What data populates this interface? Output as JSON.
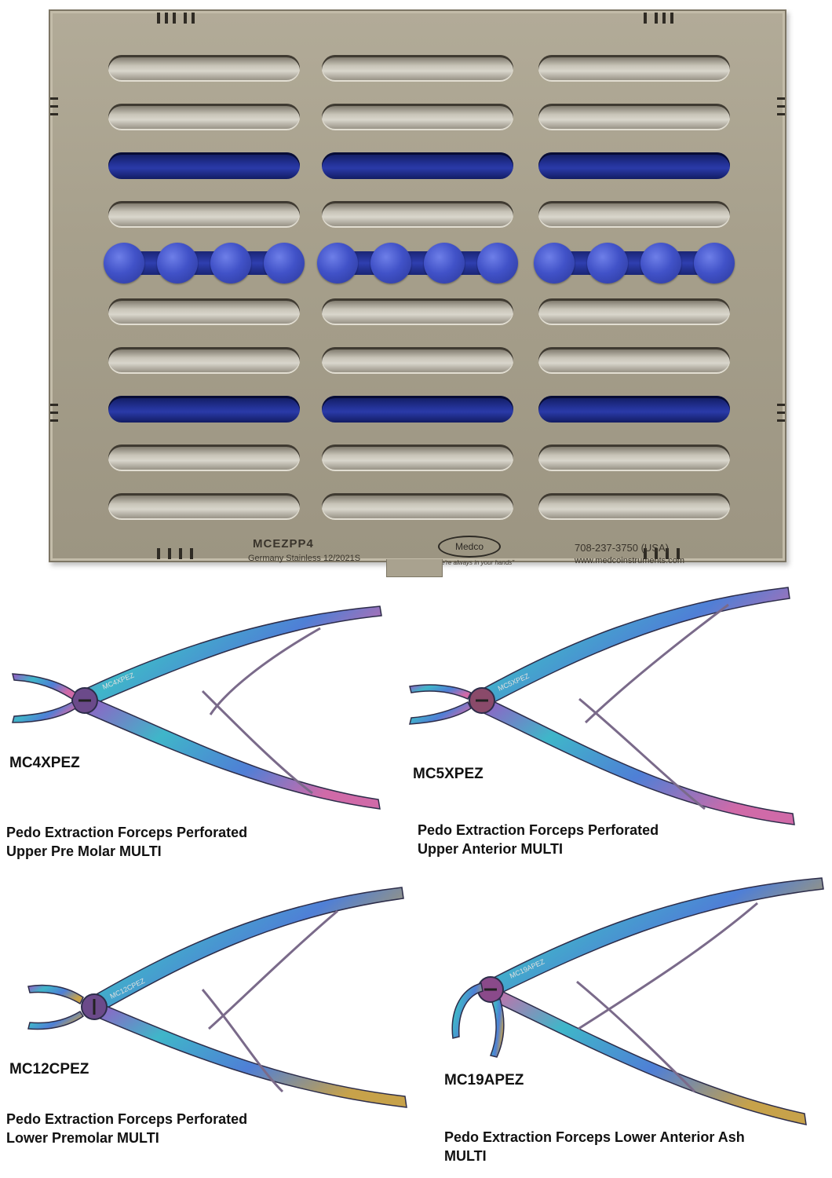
{
  "tray": {
    "model": "MCEZPP4",
    "material": "Germany Stainless  12/2021S",
    "brand": "Medco",
    "tagline": "\"We're always in your hands\"",
    "phone": "708-237-3750 (USA)",
    "website": "www.medcoinstruments.com",
    "slot_rows": 10,
    "slot_columns": 3,
    "blue_rows": [
      2,
      7
    ],
    "peg_row": 4,
    "colors": {
      "steel": "#a69f8b",
      "silicone": "#2f3fb0"
    }
  },
  "products": [
    {
      "code": "MC4XPEZ",
      "name_line1": "Pedo Extraction Forceps Perforated",
      "name_line2": "Upper Pre Molar MULTI",
      "etch_code": "MC4XPEZ"
    },
    {
      "code": "MC5XPEZ",
      "name_line1": "Pedo Extraction Forceps Perforated",
      "name_line2": "Upper Anterior MULTI",
      "etch_code": "MC5XPEZ"
    },
    {
      "code": "MC12CPEZ",
      "name_line1": "Pedo Extraction Forceps Perforated",
      "name_line2": "Lower Premolar MULTI",
      "etch_code": "MC12CPEZ"
    },
    {
      "code": "MC19APEZ",
      "name_line1": "Pedo Extraction Forceps Lower Anterior Ash",
      "name_line2": "MULTI",
      "etch_code": "MC19APEZ"
    }
  ],
  "finish_colors": [
    "#3fb6c9",
    "#4f7fd6",
    "#9a58c4",
    "#d06aa8",
    "#c7a24a"
  ]
}
